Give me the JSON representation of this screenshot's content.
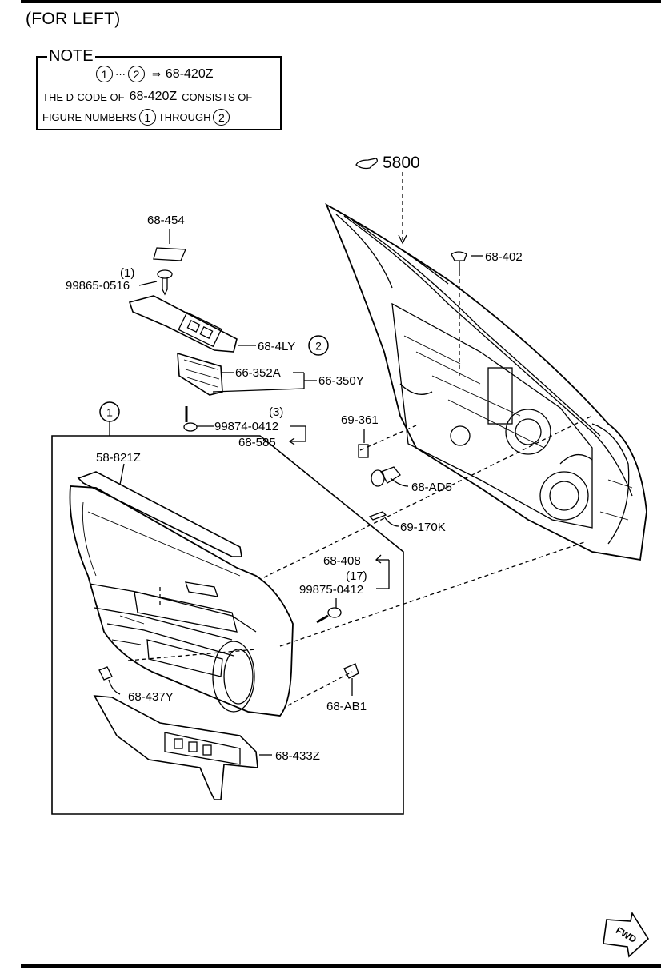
{
  "header": {
    "title": "(FOR LEFT)"
  },
  "note": {
    "label": "NOTE",
    "row1": {
      "start": "1",
      "dots": "···",
      "end": "2",
      "arrow": "⇒",
      "code": "68-420Z"
    },
    "row2": {
      "text1": "THE D-CODE OF",
      "code": "68-420Z",
      "text2": "CONSISTS OF"
    },
    "row3": {
      "text1": "FIGURE NUMBERS",
      "start": "1",
      "text2": "THROUGH",
      "end": "2"
    }
  },
  "callouts": {
    "ref_5800": "5800",
    "p68_454": "68-454",
    "p99865_qty": "(1)",
    "p99865": "99865-0516",
    "p68_402": "68-402",
    "p68_4LY": "68-4LY",
    "p68_4LY_fig": "2",
    "p66_352A": "66-352A",
    "p66_350Y": "66-350Y",
    "p99874_qty": "(3)",
    "p99874": "99874-0412",
    "p68_585": "68-585",
    "p69_361": "69-361",
    "fig1": "1",
    "p58_821Z": "58-821Z",
    "p68_AD5": "68-AD5",
    "p69_170K": "69-170K",
    "p68_408": "68-408",
    "p99875_qty": "(17)",
    "p99875": "99875-0412",
    "p68_437Y": "68-437Y",
    "p68_AB1": "68-AB1",
    "p68_433Z": "68-433Z",
    "fwd": "FWD"
  }
}
